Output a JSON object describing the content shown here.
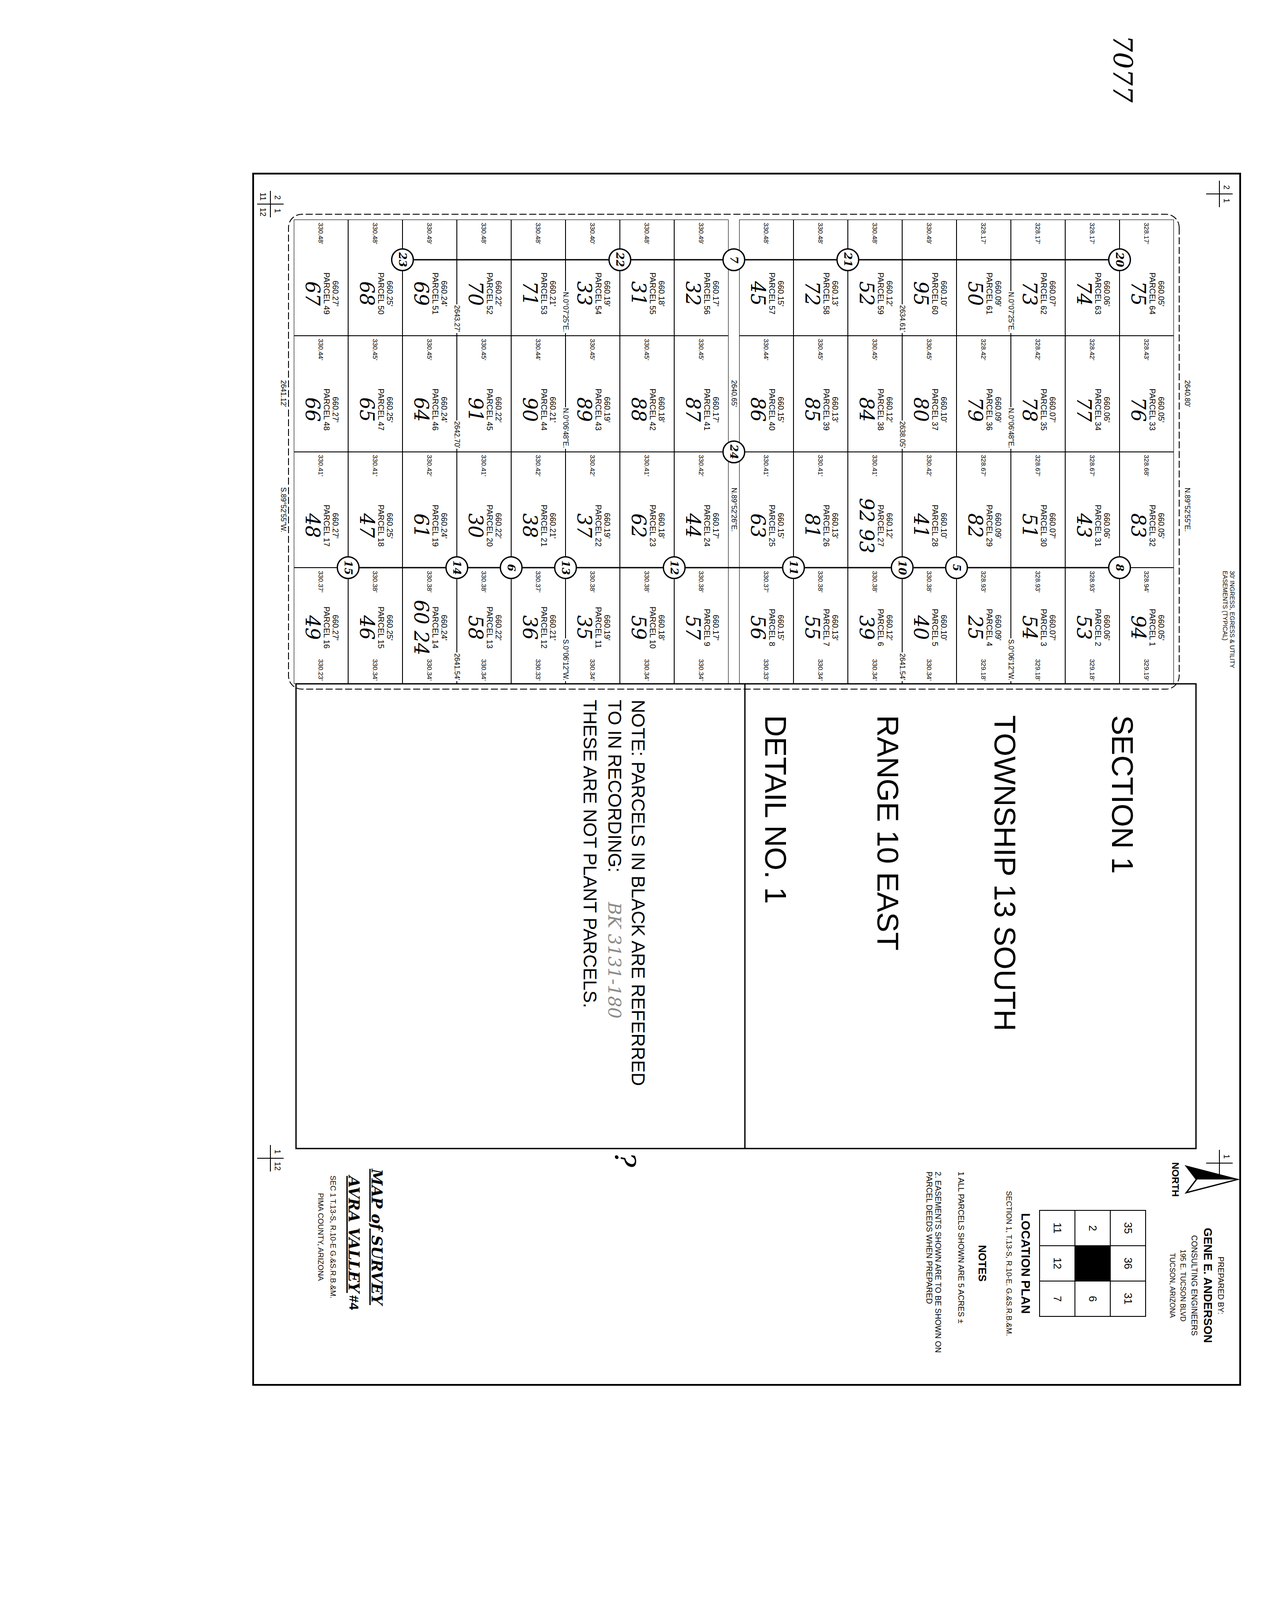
{
  "diagram": {
    "nodes": [
      {
        "text": [
          "660.05'",
          "PARCEL 64",
          "75"
        ]
      },
      {
        "text": [
          "660.05'",
          "PARCEL 33",
          "76"
        ]
      },
      {
        "text": [
          "660.05'",
          "PARCEL 32",
          "83"
        ]
      },
      {
        "text": [
          "660.05'",
          "PARCEL 1",
          "94"
        ]
      },
      {
        "text": [
          "660.06'",
          "PARCEL 63",
          "74"
        ]
      },
      {
        "text": [
          "660.06'",
          "PARCEL 34",
          "77"
        ]
      },
      {
        "text": [
          "660.06'",
          "PARCEL 31",
          "43"
        ]
      },
      {
        "text": [
          "660.06'",
          "PARCEL 2",
          "53"
        ]
      },
      {
        "text": [
          "660.07'",
          "PARCEL 62",
          "73"
        ]
      },
      {
        "text": [
          "660.07'",
          "PARCEL 35",
          "78"
        ]
      },
      {
        "text": [
          "660.07'",
          "PARCEL 30",
          "51"
        ]
      },
      {
        "text": [
          "660.07'",
          "PARCEL 3",
          "54"
        ]
      },
      {
        "text": [
          "660.09'",
          "PARCEL 61",
          "50"
        ]
      },
      {
        "text": [
          "660.09'",
          "PARCEL 36",
          "79"
        ]
      },
      {
        "text": [
          "660.09'",
          "PARCEL 29",
          "82"
        ]
      },
      {
        "text": [
          "660.09'",
          "PARCEL 4",
          "25"
        ]
      },
      {
        "text": [
          "660.10'",
          "PARCEL 60",
          "95"
        ]
      },
      {
        "text": [
          "660.10'",
          "PARCEL 37",
          "80"
        ]
      },
      {
        "text": [
          "660.10'",
          "PARCEL 28",
          "41"
        ]
      },
      {
        "text": [
          "660.10'",
          "PARCEL 5",
          "40"
        ]
      },
      {
        "text": [
          "660.12'",
          "PARCEL 59",
          "52"
        ]
      },
      {
        "text": [
          "660.12'",
          "PARCEL 38",
          "84"
        ]
      },
      {
        "text": [
          "660.12'",
          "PARCEL 27",
          "92",
          "93"
        ]
      },
      {
        "text": [
          "660.12'",
          "PARCEL 6",
          "39"
        ]
      },
      {
        "text": [
          "660.13'",
          "PARCEL 58",
          "72"
        ]
      },
      {
        "text": [
          "660.13'",
          "PARCEL 39",
          "85"
        ]
      },
      {
        "text": [
          "660.13'",
          "PARCEL 26",
          "81"
        ]
      },
      {
        "text": [
          "660.13'",
          "PARCEL 7",
          "55"
        ]
      },
      {
        "text": [
          "660.15'",
          "PARCEL 57",
          "45"
        ]
      },
      {
        "text": [
          "660.15'",
          "PARCEL 40",
          "86"
        ]
      },
      {
        "text": [
          "660.15'",
          "PARCEL 25",
          "63"
        ]
      },
      {
        "text": [
          "660.15'",
          "PARCEL 8",
          "56"
        ]
      },
      {
        "text": [
          "660.17'",
          "PARCEL 56",
          "32"
        ]
      },
      {
        "text": [
          "660.17'",
          "PARCEL 41",
          "87"
        ]
      },
      {
        "text": [
          "660.17'",
          "PARCEL 24",
          "44"
        ]
      },
      {
        "text": [
          "660.17'",
          "PARCEL 9",
          "57"
        ]
      },
      {
        "text": [
          "660.18'",
          "PARCEL 55",
          "31"
        ]
      },
      {
        "text": [
          "660.18'",
          "PARCEL 42",
          "88"
        ]
      },
      {
        "text": [
          "660.18'",
          "PARCEL 23",
          "62"
        ]
      },
      {
        "text": [
          "660.18'",
          "PARCEL 10",
          "59"
        ]
      },
      {
        "text": [
          "660.19'",
          "PARCEL 54",
          "33"
        ]
      },
      {
        "text": [
          "660.19'",
          "PARCEL 43",
          "89"
        ]
      },
      {
        "text": [
          "660.19'",
          "PARCEL 22",
          "37"
        ]
      },
      {
        "text": [
          "660.19'",
          "PARCEL 11",
          "35"
        ]
      },
      {
        "text": [
          "660.21'",
          "PARCEL 53",
          "71"
        ]
      },
      {
        "text": [
          "660.21'",
          "PARCEL 44",
          "90"
        ]
      },
      {
        "text": [
          "660.21'",
          "PARCEL 21",
          "38"
        ]
      },
      {
        "text": [
          "660.21'",
          "PARCEL 12",
          "36"
        ]
      },
      {
        "text": [
          "660.22'",
          "PARCEL 52",
          "70"
        ]
      },
      {
        "text": [
          "660.22'",
          "PARCEL 45",
          "91"
        ]
      },
      {
        "text": [
          "660.22'",
          "PARCEL 20",
          "30"
        ]
      },
      {
        "text": [
          "660.22'",
          "PARCEL 13",
          "58"
        ]
      },
      {
        "text": [
          "660.24'",
          "PARCEL 51",
          "69"
        ]
      },
      {
        "text": [
          "660.24'",
          "PARCEL 46",
          "64"
        ]
      },
      {
        "text": [
          "660.24'",
          "PARCEL 19",
          "61"
        ]
      },
      {
        "text": [
          "660.24'",
          "PARCEL 14",
          "60",
          "24"
        ]
      },
      {
        "text": [
          "660.25'",
          "PARCEL 50",
          "68"
        ]
      },
      {
        "text": [
          "660.25'",
          "PARCEL 47",
          "65"
        ]
      },
      {
        "text": [
          "660.25'",
          "PARCEL 18",
          "47"
        ]
      },
      {
        "text": [
          "660.25'",
          "PARCEL 15",
          "46"
        ]
      },
      {
        "text": [
          "660.27'",
          "PARCEL 49",
          "67"
        ]
      },
      {
        "text": [
          "660.27'",
          "PARCEL 48",
          "66"
        ]
      },
      {
        "text": [
          "660.27'",
          "PARCEL 17",
          "48"
        ]
      },
      {
        "text": [
          "660.27'",
          "PARCEL 16",
          "49"
        ]
      },
      {
        "text": [
          "20"
        ]
      },
      {
        "text": [
          "21"
        ]
      },
      {
        "text": [
          "7"
        ]
      },
      {
        "text": [
          "22"
        ]
      },
      {
        "text": [
          "23"
        ]
      },
      {
        "text": [
          "24"
        ]
      },
      {
        "text": [
          "8"
        ]
      },
      {
        "text": [
          "5"
        ]
      },
      {
        "text": [
          "10"
        ]
      },
      {
        "text": [
          "11"
        ]
      },
      {
        "text": [
          "12"
        ]
      },
      {
        "text": [
          "13"
        ]
      },
      {
        "text": [
          "6"
        ]
      },
      {
        "text": [
          "14"
        ]
      },
      {
        "text": [
          "15"
        ]
      }
    ],
    "edges": [
      {
        "from": 64,
        "to": 65,
        "arrow": "none"
      },
      {
        "from": 65,
        "to": 66,
        "arrow": "none"
      },
      {
        "from": 66,
        "to": 67,
        "arrow": "none"
      },
      {
        "from": 67,
        "to": 68,
        "arrow": "none"
      },
      {
        "from": 70,
        "to": 71,
        "arrow": "none"
      },
      {
        "from": 71,
        "to": 72,
        "arrow": "none"
      },
      {
        "from": 72,
        "to": 73,
        "arrow": "none"
      },
      {
        "from": 73,
        "to": 74,
        "arrow": "none"
      },
      {
        "from": 74,
        "to": 75,
        "arrow": "none"
      },
      {
        "from": 75,
        "to": 76,
        "arrow": "none"
      },
      {
        "from": 76,
        "to": 77,
        "arrow": "none"
      },
      {
        "from": 77,
        "to": 78,
        "arrow": "none"
      }
    ],
    "labels": [
      "328.17'",
      "328.17'",
      "328.17'",
      "328.17'",
      "330.49'",
      "330.48'",
      "330.48'",
      "330.48'",
      "330.49'",
      "330.48'",
      "330.40'",
      "330.48'",
      "330.48'",
      "330.49'",
      "330.48'",
      "330.48'",
      "328.43'",
      "328.42'",
      "328.42'",
      "328.42'",
      "330.45'",
      "330.45'",
      "330.45'",
      "330.44'",
      "330.45'",
      "330.45'",
      "330.45'",
      "330.44'",
      "330.45'",
      "330.45'",
      "330.45'",
      "330.44'",
      "328.68'",
      "328.67'",
      "328.67'",
      "328.67'",
      "330.42'",
      "330.41'",
      "330.41'",
      "330.41'",
      "330.42'",
      "330.41'",
      "330.42'",
      "330.42'",
      "330.41'",
      "330.42'",
      "330.41'",
      "330.41'",
      "328.94'",
      "328.93'",
      "328.93'",
      "328.93'",
      "330.38'",
      "330.38'",
      "330.38'",
      "330.37'",
      "330.38'",
      "330.38'",
      "330.38'",
      "330.37'",
      "330.38'",
      "330.38'",
      "330.38'",
      "330.37'",
      "329.19'",
      "329.18'",
      "329.18'",
      "329.18'",
      "330.34'",
      "330.34'",
      "330.34'",
      "330.33'",
      "330.34'",
      "330.34'",
      "330.34'",
      "330.33'",
      "330.34'",
      "330.34'",
      "330.34'",
      "330.23'",
      "N.0°07'25\"E.",
      "2634.61'",
      "N.0°07'25\"E.",
      "2643.27'",
      "N.0°06'48\"E.",
      "2638.05'",
      "N.0°06'48\"E.",
      "2642.70'",
      "S.0°06'12\"W.",
      "2641.54'",
      "S.0°06'12\"W.",
      "2641.54'",
      "2640.80'",
      "N.89°52'55\"E.",
      "2640.65'",
      "N.89°52'26\"E.",
      "2641.12'",
      "S.89°52'55\"W.",
      "30' INGRESS, EGRESS & UTILITY EASEMENTS (TYPICAL)",
      "2",
      "1",
      "2",
      "1",
      "11",
      "12",
      "1",
      "12",
      "1",
      "SECTION 1",
      "TOWNSHIP 13 SOUTH",
      "RANGE 10 EAST",
      "DETAIL NO. 1",
      "NOTE: PARCELS IN BLACK ARE REFERRED",
      "TO IN RECORDING:",
      "BK 3131-180",
      "?",
      "THESE ARE NOT PLANT PARCELS.",
      "NORTH",
      "PREPARED BY:",
      "GENE E. ANDERSON",
      "CONSULTING ENGINEERS",
      "195 E. TUCSON BLVD",
      "TUCSON, ARIZONA",
      "35",
      "36",
      "31",
      "2",
      "6",
      "11",
      "12",
      "7",
      "LOCATION PLAN",
      "SECTION 1, T.13-S, R.10-E. G.&S.R.B.&M.",
      "NOTES",
      "1 ALL PARCELS SHOWN ARE 5 ACRES ±",
      "2. EASEMENTS SHOWN ARE TO BE SHOWN ON PARCEL DEEDS WHEN PREPARED",
      "MAP of SURVEY",
      "AVRA VALLEY",
      "#4",
      "SEC 1 T.13-S, R.10-E G.&S.R.B.&M.",
      "PIMA COUNTY, ARIZONA",
      "7077"
    ]
  }
}
